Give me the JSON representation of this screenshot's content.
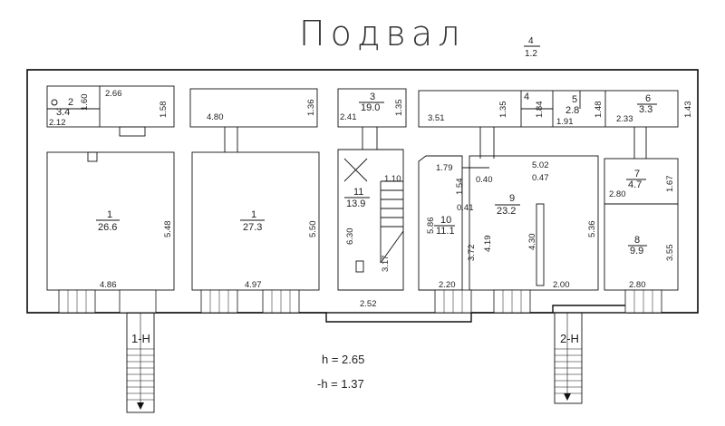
{
  "title": "Подвал",
  "sheet_fraction": {
    "top": "4",
    "bottom": "1.2"
  },
  "heights": {
    "h": "h = 2.65",
    "neg_h": "-h = 1.37"
  },
  "entrances": {
    "left": "1-Н",
    "right": "2-Н"
  },
  "rooms": {
    "r2": {
      "num": "2",
      "area": "3.4"
    },
    "r1a": {
      "num": "1",
      "area": "26.6"
    },
    "r1b": {
      "num": "1",
      "area": "27.3"
    },
    "r3": {
      "num": "3",
      "area": "19.0"
    },
    "r11": {
      "num": "11",
      "area": "13.9"
    },
    "r10": {
      "num": "10",
      "area": "11.1"
    },
    "r9": {
      "num": "9",
      "area": "23.2"
    },
    "r4": {
      "num": "4"
    },
    "r5": {
      "num": "5",
      "area": "2.8"
    },
    "r6": {
      "num": "6",
      "area": "3.3"
    },
    "r7": {
      "num": "7",
      "area": "4.7"
    },
    "r8": {
      "num": "8",
      "area": "9.9"
    }
  },
  "dims": {
    "d_2_66": "2.66",
    "d_1_60": "1.60",
    "d_2_12": "2.12",
    "d_1_58": "1.58",
    "d_4_80": "4.80",
    "d_1_36": "1.36",
    "d_2_41": "2.41",
    "d_1_35a": "1.35",
    "d_3_51": "3.51",
    "d_1_35b": "1.35",
    "d_1_84": "1.84",
    "d_1_91": "1.91",
    "d_1_48": "1.48",
    "d_2_33": "2.33",
    "d_1_43": "1.43",
    "d_5_48": "5.48",
    "d_4_86": "4.86",
    "d_5_50": "5.50",
    "d_4_97": "4.97",
    "d_1_10": "1.10",
    "d_6_30": "6.30",
    "d_3_17": "3.17",
    "d_2_52": "2.52",
    "d_1_79": "1.79",
    "d_1_54": "1.54",
    "d_0_40": "0.40",
    "d_0_41": "0.41",
    "d_5_86": "5.86",
    "d_3_72": "3.72",
    "d_2_20": "2.20",
    "d_5_02": "5.02",
    "d_0_47": "0.47",
    "d_4_19": "4.19",
    "d_4_30": "4.30",
    "d_5_36": "5.36",
    "d_2_00": "2.00",
    "d_2_80a": "2.80",
    "d_1_67": "1.67",
    "d_3_55": "3.55",
    "d_2_80b": "2.80"
  }
}
